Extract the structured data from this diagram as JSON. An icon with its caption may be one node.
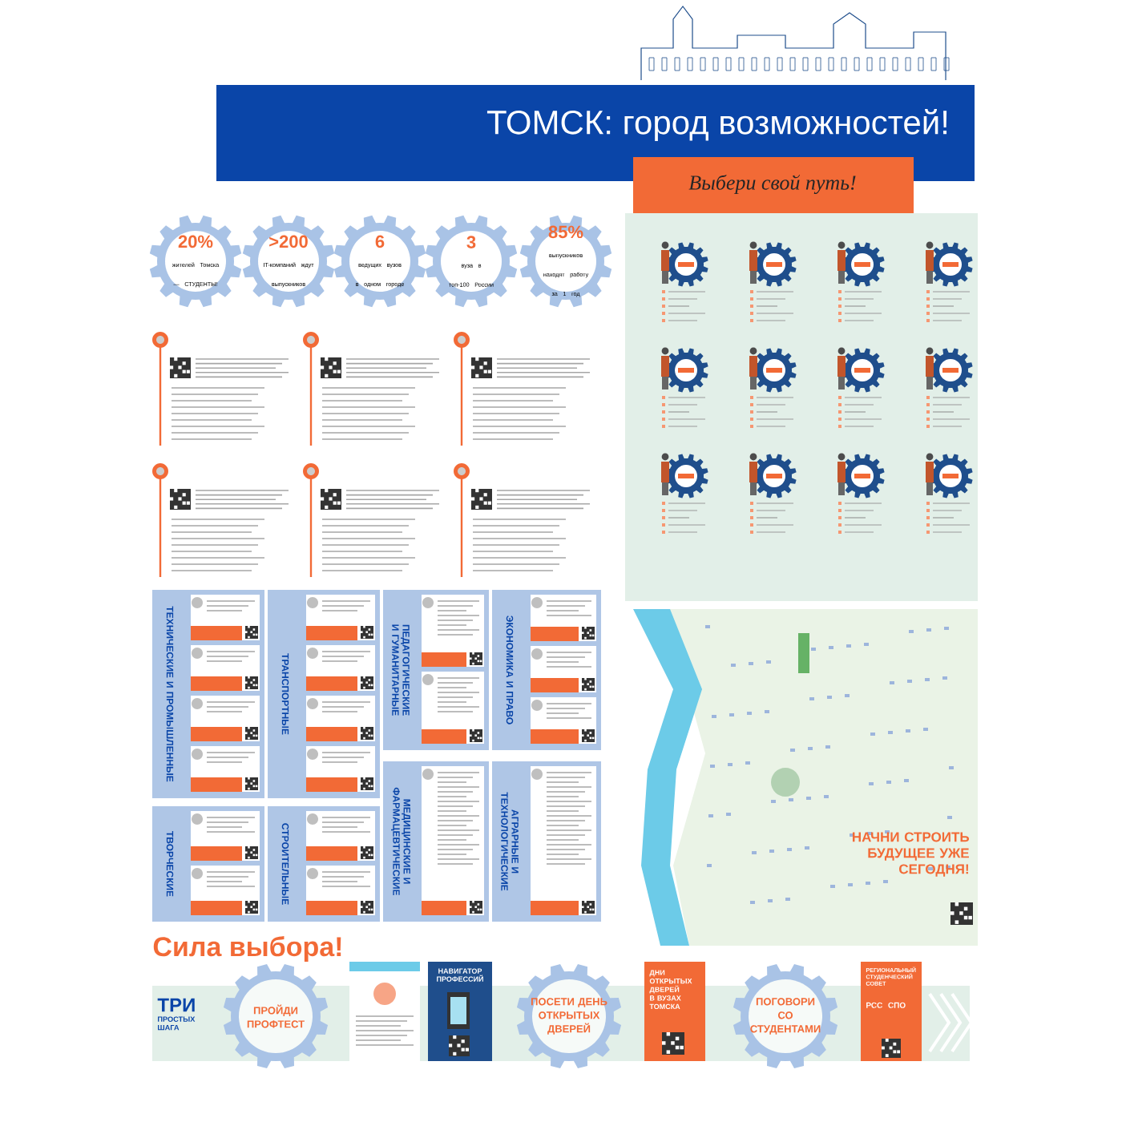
{
  "diagram": {
    "nodes": [
      {
        "text": [
          "ТОМСК: город возможностей!"
        ]
      },
      {
        "text": [
          "Выбери свой путь!"
        ]
      },
      {
        "text": [
          "20%",
          "жителей Томска — СТУДЕНТЫ!"
        ]
      },
      {
        "text": [
          ">200",
          "IT-компаний ждут выпускников"
        ]
      },
      {
        "text": [
          "6",
          "ведущих вузов в одном городе"
        ]
      },
      {
        "text": [
          "3",
          "вуза в топ-100 России"
        ]
      },
      {
        "text": [
          "85%",
          "выпускников находят работу за 1 год"
        ]
      },
      {
        "text": [
          "ТЕХНИЧЕСКИЕ И ПРОМЫШЛЕННЫЕ"
        ]
      },
      {
        "text": [
          "ТРАНСПОРТНЫЕ"
        ]
      },
      {
        "text": [
          "ПЕДАГОГИЧЕСКИЕ И ГУМАНИТАРНЫЕ"
        ]
      },
      {
        "text": [
          "ЭКОНОМИКА И ПРАВО"
        ]
      },
      {
        "text": [
          "ТВОРЧЕСКИЕ"
        ]
      },
      {
        "text": [
          "СТРОИТЕЛЬНЫЕ"
        ]
      },
      {
        "text": [
          "МЕДИЦИНСКИЕ И ФАРМАЦЕВТИЧЕСКИЕ"
        ]
      },
      {
        "text": [
          "АГРАРНЫЕ И ТЕХНОЛОГИЧЕСКИЕ"
        ]
      },
      {
        "text": [
          "ПРОЙДИ ПРОФТЕСТ"
        ]
      },
      {
        "text": [
          "НАВИГАТОР ПРОФЕССИЙ"
        ]
      },
      {
        "text": [
          "ПОСЕТИ ДЕНЬ ОТКРЫТЫХ ДВЕРЕЙ"
        ]
      },
      {
        "text": [
          "ДНИ ОТКРЫТЫХ ДВЕРЕЙ В ВУЗАХ ТОМСКА"
        ]
      },
      {
        "text": [
          "ПОГОВОРИ СО СТУДЕНТАМИ"
        ]
      },
      {
        "text": [
          "РЕГИОНАЛЬНЫЙ СТУДЕНЧЕСКИЙ СОВЕТ",
          "РСС СПО"
        ]
      }
    ],
    "labels": [
      "НАЧНИ СТРОИТЬ БУДУЩЕЕ УЖЕ СЕГОДНЯ!",
      "Сила выбора!",
      "ТРИ",
      "ПРОСТЫХ ШАГА"
    ]
  }
}
